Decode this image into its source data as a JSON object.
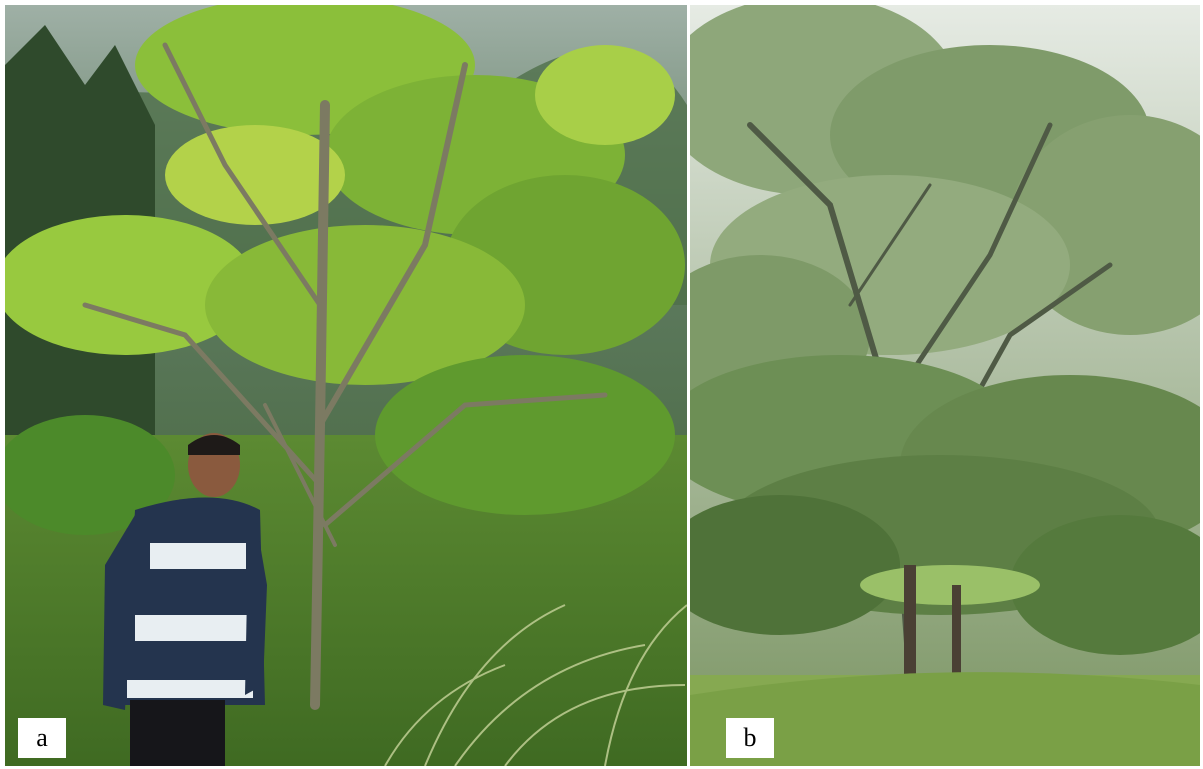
{
  "figure": {
    "panels": [
      {
        "id": "a",
        "label": "a"
      },
      {
        "id": "b",
        "label": "b"
      }
    ]
  },
  "colors": {
    "background": "#ffffff",
    "label_bg": "#ffffff",
    "label_text": "#000000"
  }
}
